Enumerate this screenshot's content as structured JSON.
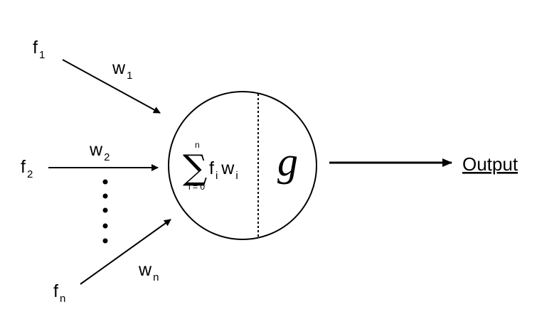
{
  "inputs": [
    {
      "base": "f",
      "sub": "1"
    },
    {
      "base": "f",
      "sub": "2"
    },
    {
      "base": "f",
      "sub": "n"
    }
  ],
  "weights": [
    {
      "base": "w",
      "sub": "1"
    },
    {
      "base": "w",
      "sub": "2"
    },
    {
      "base": "w",
      "sub": "n"
    }
  ],
  "summation": {
    "symbol": "∑",
    "upper": "n",
    "lower": "i = 0",
    "term_f": "f",
    "term_f_sub": "i",
    "term_w": "w",
    "term_w_sub": "i"
  },
  "activation": "g",
  "output_label": "Output"
}
